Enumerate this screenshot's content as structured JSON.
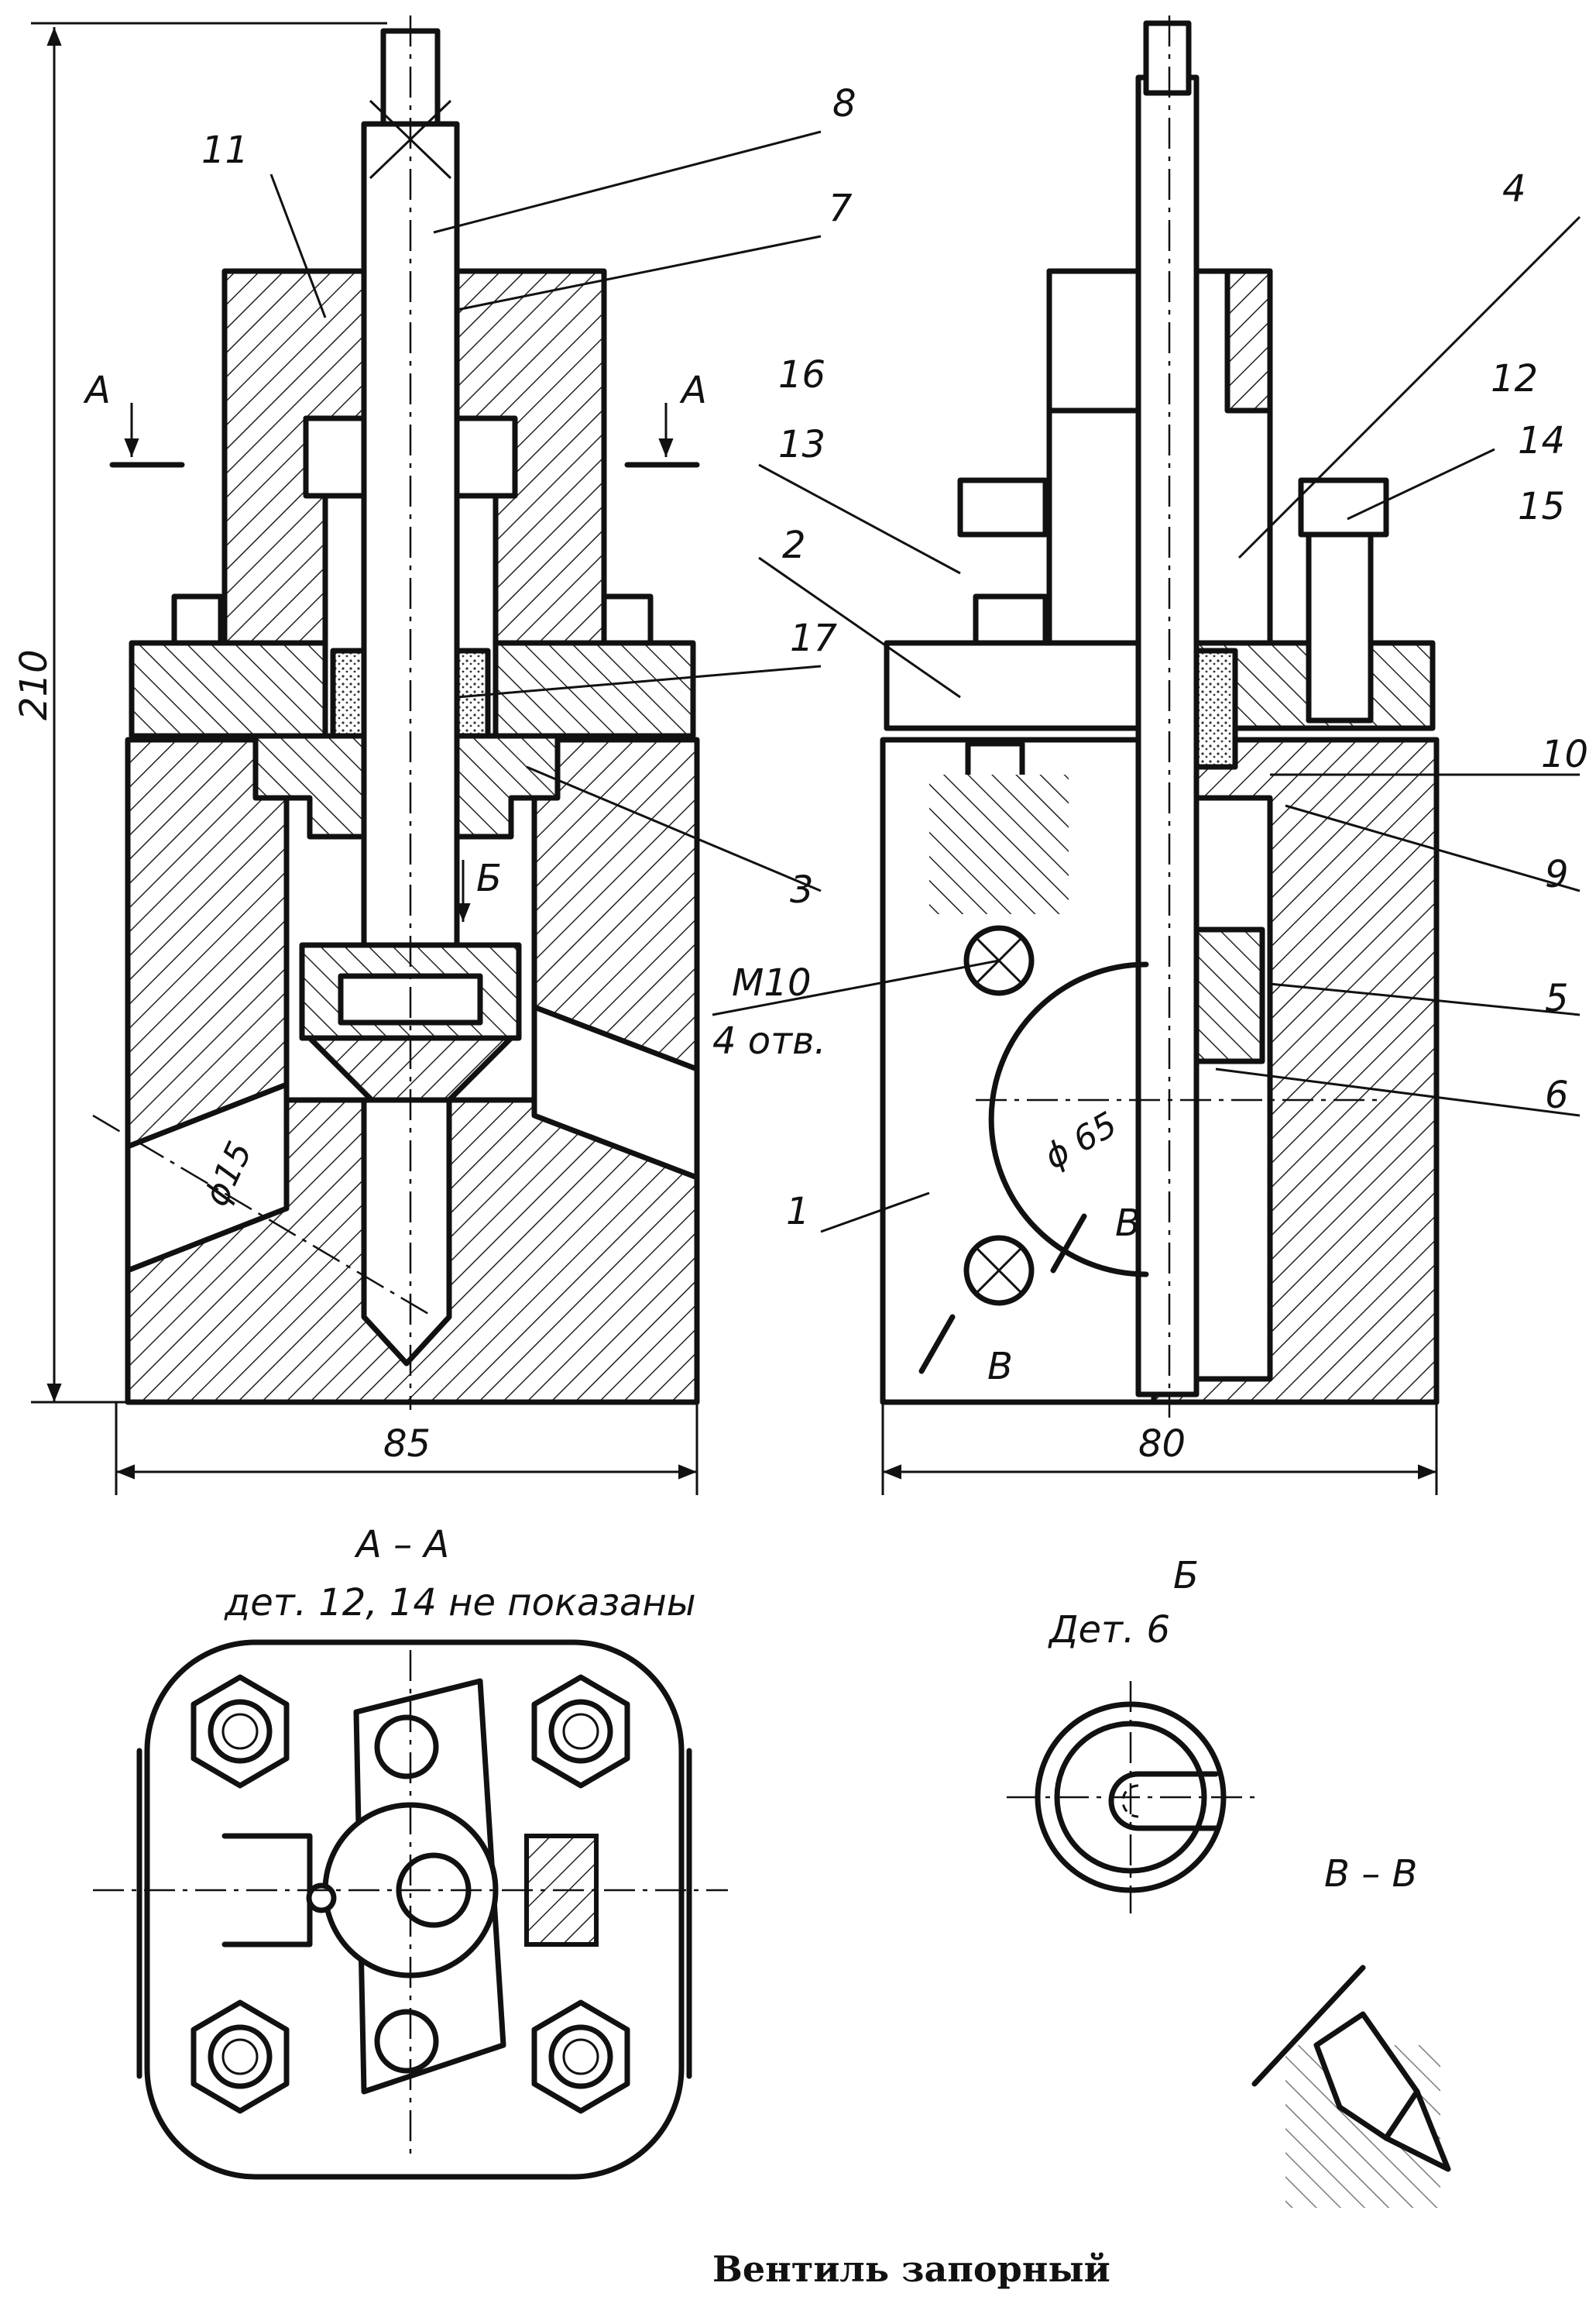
{
  "callouts": {
    "p1": "1",
    "p2": "2",
    "p3": "3",
    "p4": "4",
    "p5": "5",
    "p6": "6",
    "p7": "7",
    "p8": "8",
    "p9": "9",
    "p10": "10",
    "p11": "11",
    "p12": "12",
    "p13": "13",
    "p14": "14",
    "p15": "15",
    "p16": "16",
    "p17": "17"
  },
  "dimensions": {
    "height": "210",
    "width_front": "85",
    "width_side": "80",
    "bore": "ϕ15",
    "arc": "ϕ 65",
    "thread": "M10",
    "holes": "4 отв."
  },
  "section_marks": {
    "a_left": "A",
    "a_right": "A",
    "b": "Б",
    "v_top": "B",
    "v_bottom": "B"
  },
  "views": {
    "section_aa_title": "A – A",
    "section_aa_note": "дет. 12, 14 не показаны",
    "view_b_title": "Б",
    "view_b_note": "Дет. 6",
    "section_vv_title": "B – B"
  },
  "caption": "Вентиль запорный"
}
